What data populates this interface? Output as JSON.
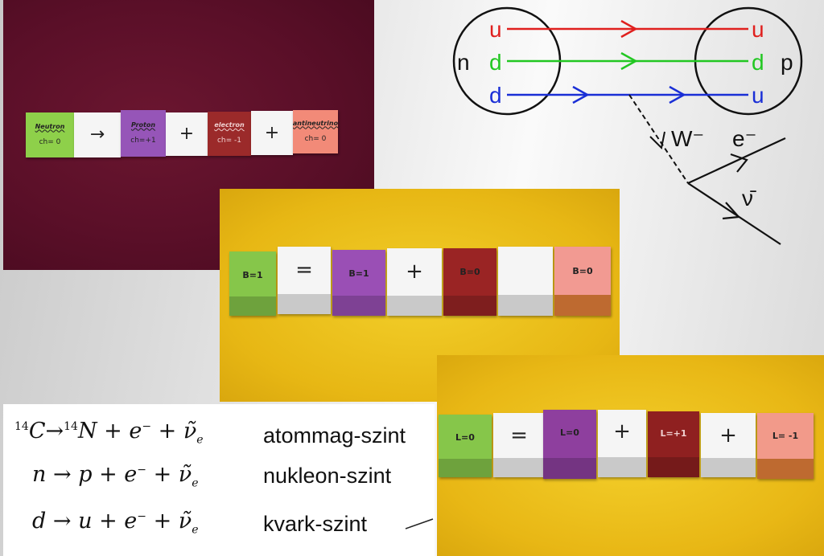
{
  "photo1": {
    "blocks": [
      {
        "name": "Neutron",
        "value": "ch= 0",
        "color": "#8ed04a"
      },
      {
        "symbol": "→",
        "color": "#f5f5f5"
      },
      {
        "name": "Proton",
        "value": "ch=+1",
        "color": "#9655b8"
      },
      {
        "symbol": "+",
        "color": "#f5f5f5"
      },
      {
        "name": "electron",
        "value": "ch= -1",
        "color": "#9b2a2a"
      },
      {
        "symbol": "+",
        "color": "#f5f5f5"
      },
      {
        "name": "antineutrino",
        "value": "ch= 0",
        "color": "#f28a78"
      }
    ]
  },
  "photo2": {
    "blocks": [
      {
        "top": "B=1",
        "color": "#86c64a"
      },
      {
        "top": "=",
        "color": "#f5f5f5"
      },
      {
        "top": "B=1",
        "color": "#9a4fb5"
      },
      {
        "top": "+",
        "color": "#f5f5f5"
      },
      {
        "top": "B=0",
        "color": "#9a2424"
      },
      {
        "top": "",
        "color": "#f5f5f5"
      },
      {
        "top": "B=0",
        "color": "#f29a92"
      }
    ]
  },
  "photo3": {
    "blocks": [
      {
        "top": "L=0",
        "color": "#86c64a"
      },
      {
        "top": "=",
        "color": "#f5f5f5"
      },
      {
        "top": "L=0",
        "color": "#8e3f9e"
      },
      {
        "top": "+",
        "color": "#f5f5f5"
      },
      {
        "top": "L=+1",
        "color": "#8f2020"
      },
      {
        "top": "+",
        "color": "#f5f5f5"
      },
      {
        "top": "L= -1",
        "color": "#f29a8a"
      }
    ]
  },
  "feynman": {
    "left_particle": "n",
    "right_particle": "p",
    "left_quarks": [
      "u",
      "d",
      "d"
    ],
    "right_quarks": [
      "u",
      "d",
      "u"
    ],
    "quark_colors": [
      "#e0201e",
      "#22c722",
      "#1a2fd6"
    ],
    "boson": "W⁻",
    "electron": "e⁻",
    "antineutrino": "ν̄"
  },
  "table": {
    "rows": [
      {
        "level": "atommag-szint"
      },
      {
        "level": "nukleon-szint"
      },
      {
        "level": "kvark-szint"
      }
    ],
    "eq1": {
      "m1": "14",
      "a": "C",
      "arrow": "→",
      "m2": "14",
      "b": "N",
      "rest": " + e",
      "sup": "−",
      "tail": " + ν̃",
      "sub": "e"
    },
    "eq2": {
      "a": "n",
      "arrow": " → ",
      "b": "p",
      "rest": " + e",
      "sup": "−",
      "tail": " + ν̃",
      "sub": "e"
    },
    "eq3": {
      "a": "d",
      "arrow": " → ",
      "b": "u",
      "rest": " + e",
      "sup": "−",
      "tail": " + ν̃",
      "sub": "e"
    }
  }
}
